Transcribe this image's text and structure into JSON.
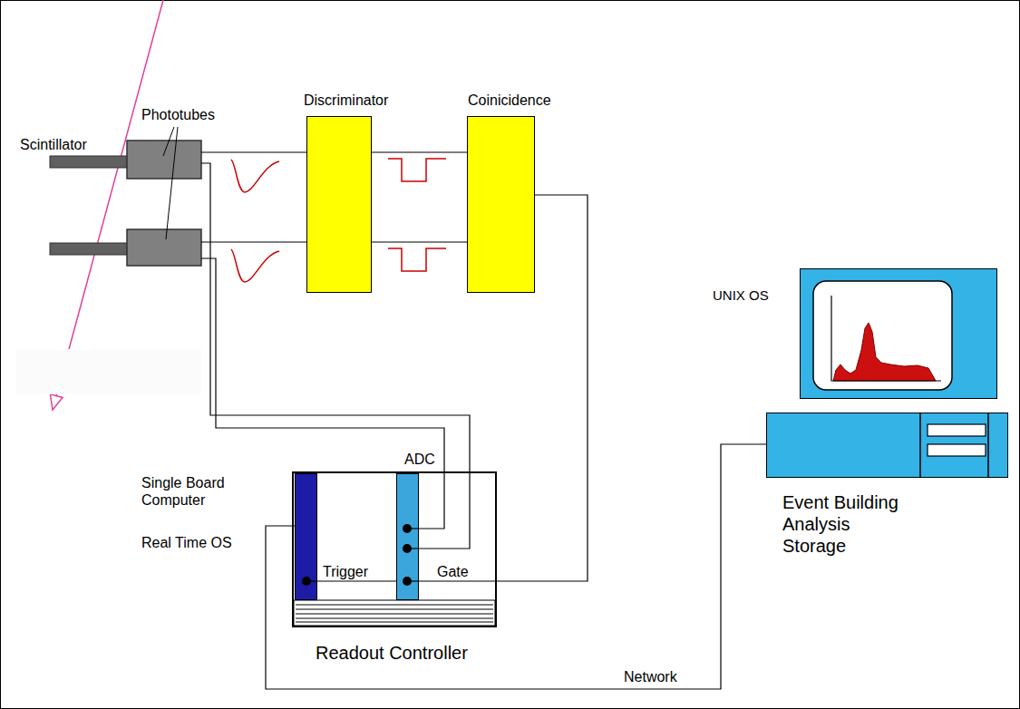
{
  "diagram": {
    "nodes": [
      {
        "text": [
          "Discriminator"
        ]
      },
      {
        "text": [
          "Coinicidence"
        ]
      },
      {
        "text": [
          "Readout Controller"
        ]
      },
      {
        "text": [
          "Single Board Computer",
          "Real Time OS"
        ],
        "in": 2
      },
      {
        "text": [
          "ADC"
        ],
        "in": 2
      },
      {
        "text": [
          "UNIX OS"
        ]
      },
      {
        "text": [
          "Event Building Analysis Storage"
        ]
      }
    ],
    "edges": [
      {
        "from": 0,
        "to": 1,
        "arrow": "none"
      },
      {
        "from": 0,
        "to": 1,
        "arrow": "none"
      },
      {
        "from": 1,
        "to": 4,
        "arrow": "none"
      },
      {
        "from": 4,
        "to": 3,
        "arrow": "none"
      },
      {
        "from": 3,
        "to": 6,
        "label": "Network",
        "arrow": "none"
      }
    ],
    "labels": [
      "Scintillator",
      "Phototubes",
      "Trigger",
      "Gate"
    ]
  }
}
